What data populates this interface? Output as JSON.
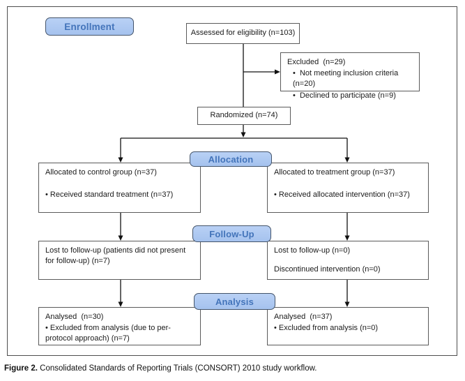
{
  "stages": {
    "enrollment": "Enrollment",
    "allocation": "Allocation",
    "followup": "Follow-Up",
    "analysis": "Analysis"
  },
  "glyphs": {
    "bullet": "•"
  },
  "colors": {
    "stage_fill": "#a9c5ef",
    "stage_border": "#44546a",
    "stage_text": "#4374ba",
    "box_border": "#5a5a5a",
    "line": "#111111"
  },
  "boxes": {
    "assessed": {
      "text": "Assessed for eligibility (n=103)"
    },
    "excluded": {
      "title": "Excluded  (n=29)",
      "bullets": [
        "Not meeting inclusion criteria (n=20)",
        "Declined to participate (n=9)"
      ]
    },
    "randomized": {
      "text": "Randomized (n=74)"
    },
    "alloc_control": {
      "title": "Allocated to control group (n=37)",
      "bullets": [
        "Received standard treatment (n=37)"
      ]
    },
    "alloc_treatment": {
      "title": "Allocated to treatment group (n=37)",
      "bullets": [
        "Received allocated intervention (n=37)"
      ]
    },
    "followup_control": {
      "lines": [
        "Lost to follow-up (patients did not present for follow-up) (n=7)"
      ]
    },
    "followup_treatment": {
      "lines": [
        "Lost to follow-up (n=0)",
        "Discontinued intervention (n=0)"
      ]
    },
    "analysis_control": {
      "title": "Analysed  (n=30)",
      "bullets": [
        "Excluded from analysis (due to per-protocol approach) (n=7)"
      ]
    },
    "analysis_treatment": {
      "title": "Analysed  (n=37)",
      "bullets": [
        "Excluded from analysis (n=0)"
      ]
    }
  },
  "caption": {
    "label": "Figure 2.",
    "text": " Consolidated Standards of Reporting Trials (CONSORT) 2010 study workflow."
  }
}
